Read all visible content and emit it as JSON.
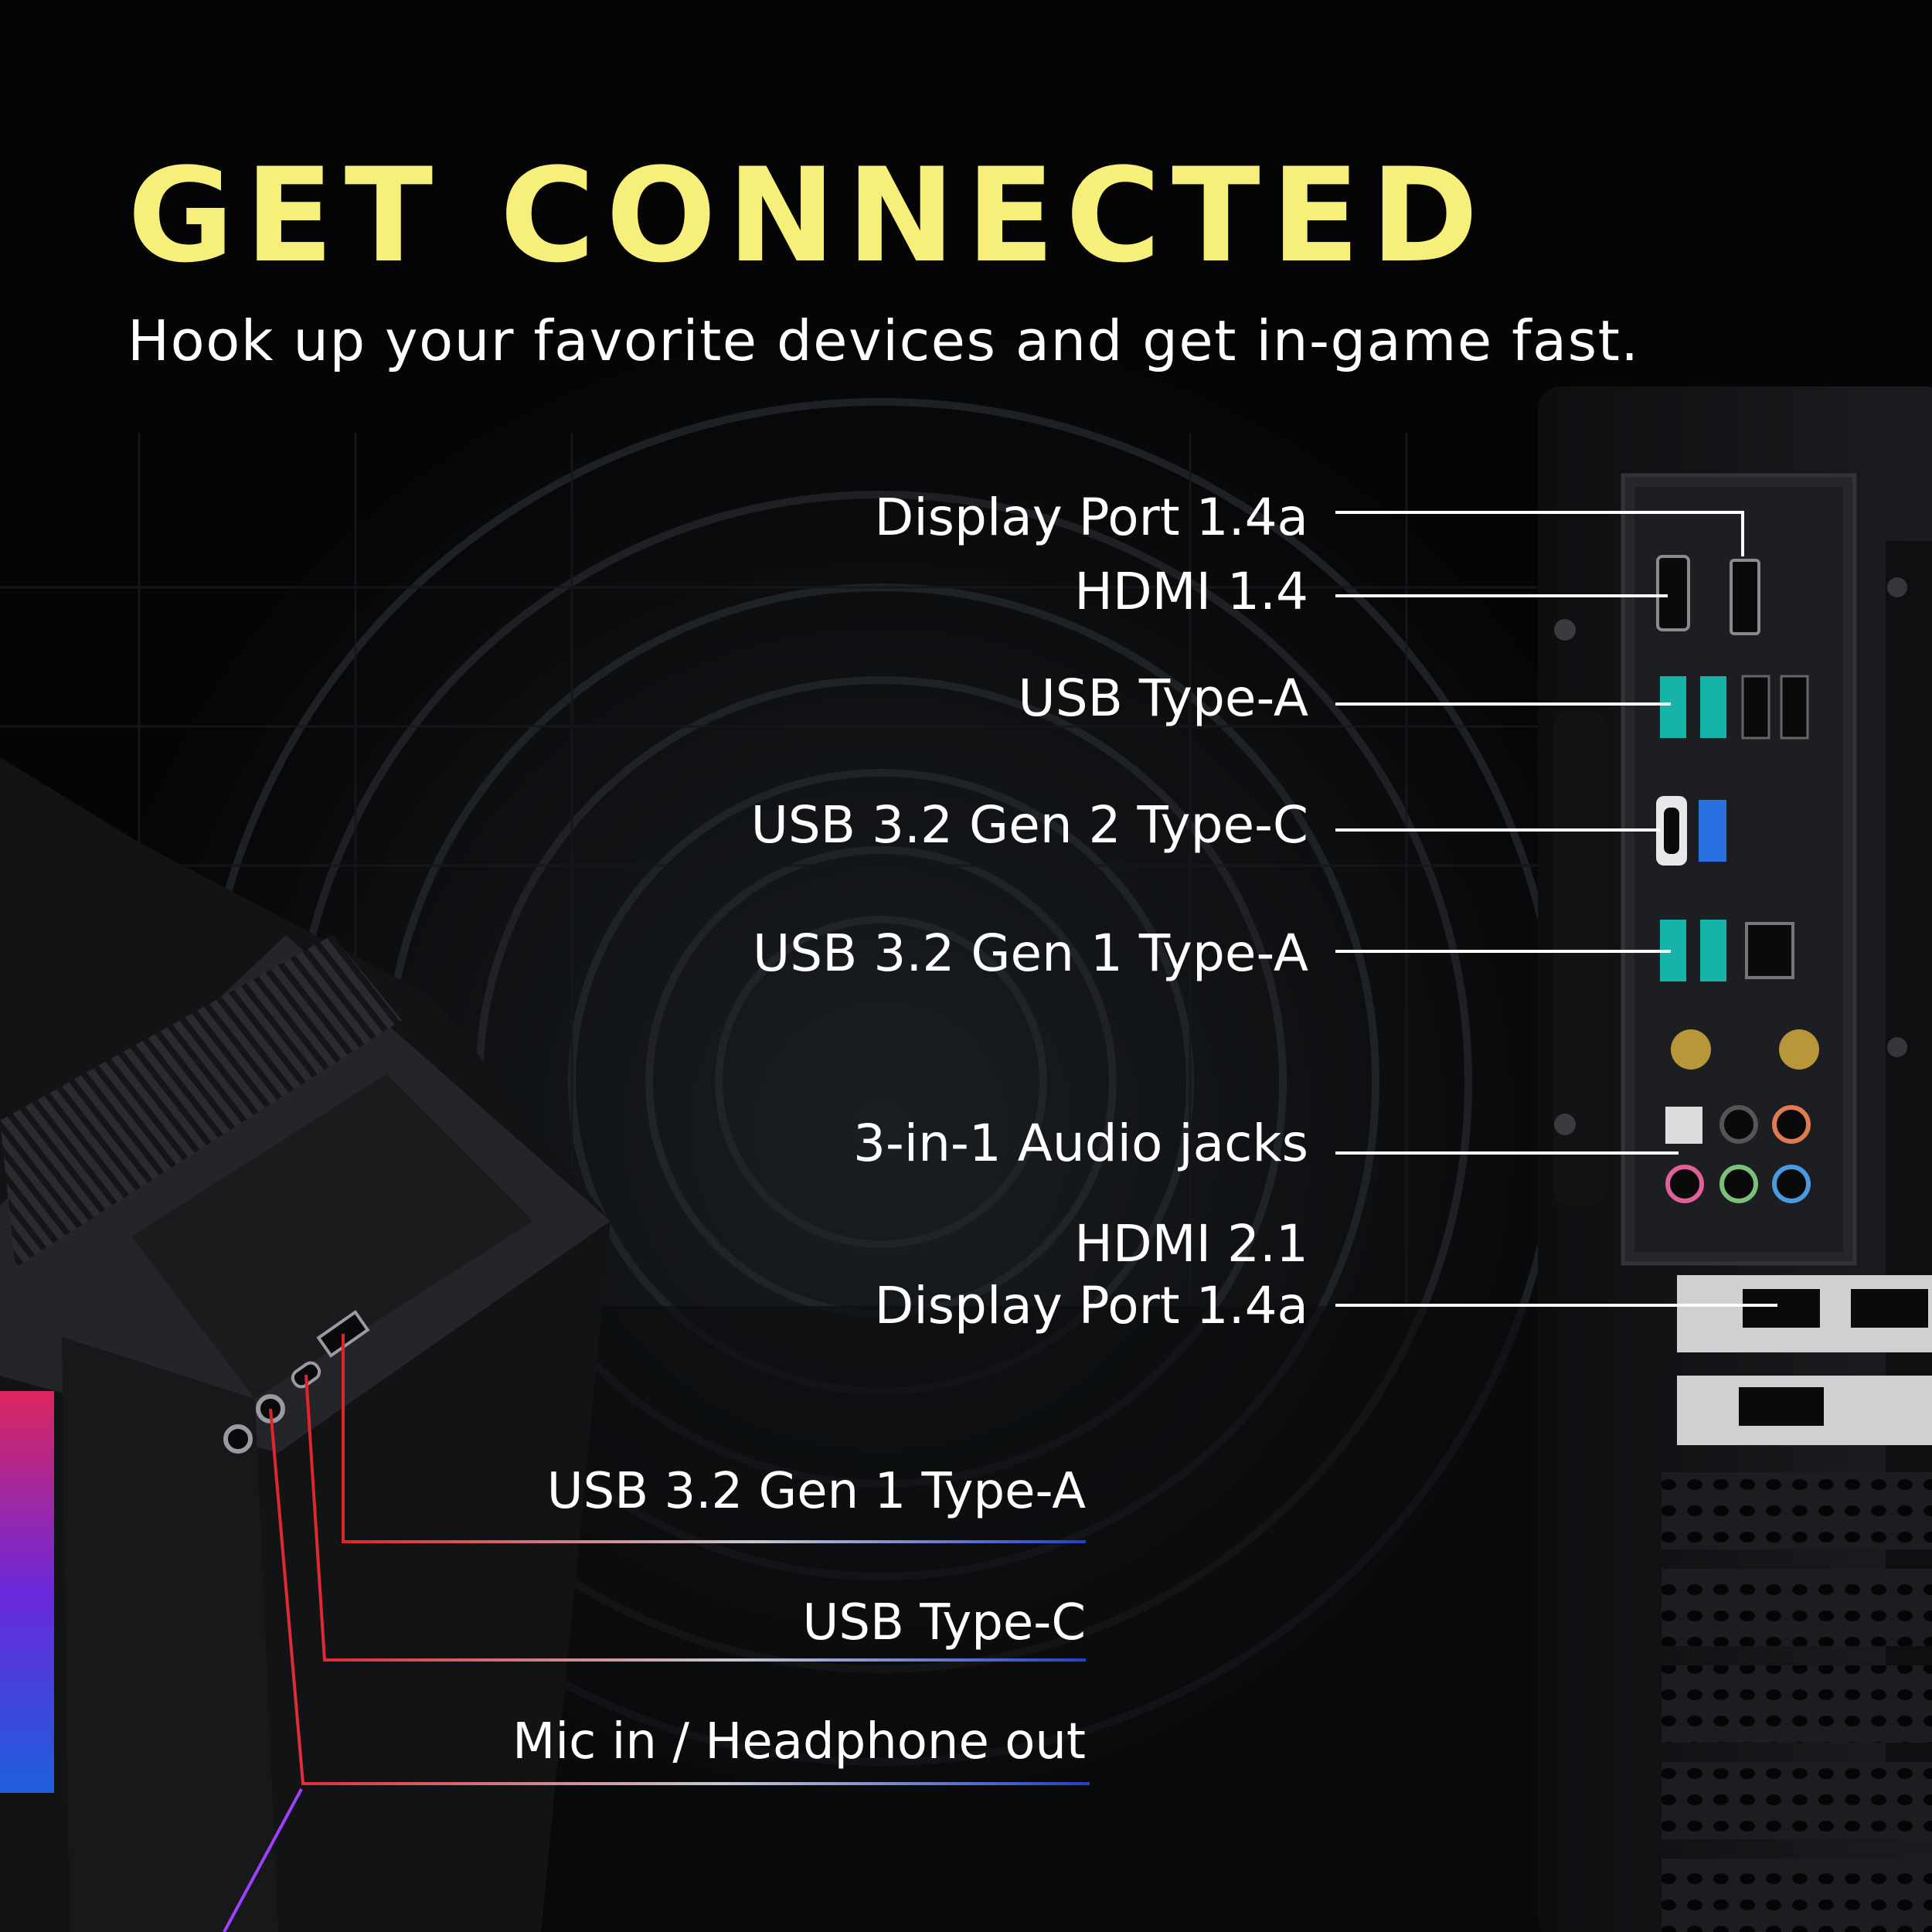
{
  "header": {
    "title": "GET CONNECTED",
    "subtitle": "Hook up your favorite devices and get in-game fast."
  },
  "rear_ports": [
    {
      "label": "Display Port 1.4a"
    },
    {
      "label": "HDMI 1.4"
    },
    {
      "label": "USB Type-A"
    },
    {
      "label": "USB 3.2 Gen 2 Type-C"
    },
    {
      "label": "USB 3.2 Gen 1 Type-A"
    },
    {
      "label": "3-in-1 Audio jacks"
    },
    {
      "label_line1": "HDMI 2.1",
      "label_line2": "Display Port 1.4a"
    }
  ],
  "front_ports": [
    {
      "label": "USB 3.2 Gen 1 Type-A"
    },
    {
      "label": "USB Type-C"
    },
    {
      "label": "Mic in / Headphone out"
    }
  ],
  "colors": {
    "title": "#f6f07a",
    "text": "#ffffff",
    "background": "#050506",
    "callout_red": "#e0242c",
    "callout_blue": "#2340c8"
  }
}
